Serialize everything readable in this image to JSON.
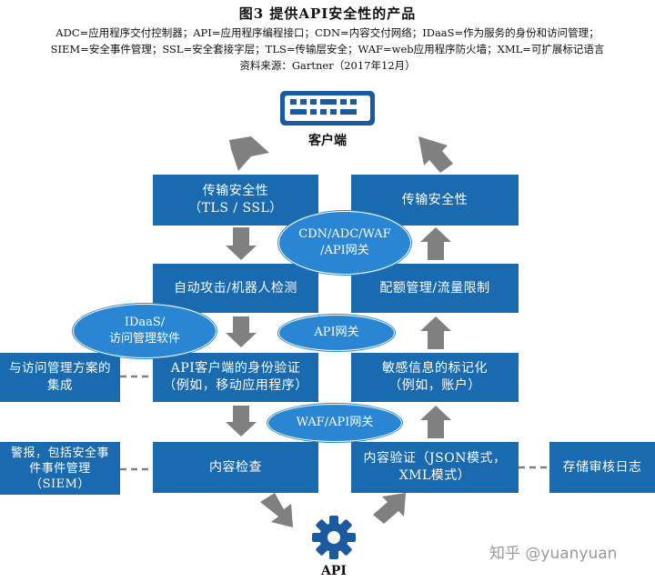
{
  "header": {
    "title": "图3   提供API安全性的产品",
    "line1": "ADC=应用程序交付控制器；API=应用程序编程接口；CDN=内容交付网络；IDaaS=作为服务的身份和访问管理；",
    "line2": "SIEM=安全事件管理；SSL=安全套接字层；TLS=传输层安全；WAF=web应用程序防火墙；XML=可扩展标记语言",
    "source": "资料来源：Gartner（2017年12月）"
  },
  "nodes": {
    "client": "客户端",
    "api": "API",
    "left": {
      "transport": "传输安全性\n（TLS / SSL）",
      "bot": "自动攻击/机器人检测",
      "auth": "API客户端的身份验证\n（例如，移动应用程序）",
      "content_inspect": "内容检查"
    },
    "right": {
      "transport": "传输安全性",
      "quota": "配额管理/流量限制",
      "token": "敏感信息的标记化\n（例如，账户）",
      "content_validate": "内容验证（JSON模式，\nXML模式）"
    },
    "side": {
      "access_mgmt": "与访问管理方案的\n集成",
      "siem": "警报，包括安全事\n件事件管理\n（SIEM）",
      "audit": "存储审核日志"
    }
  },
  "ellipses": {
    "cdn": "CDN/ADC/WAF\n/API网关",
    "idaas": "IDaaS/\n访问管理软件",
    "apigw": "API网关",
    "waf": "WAF/API网关"
  },
  "watermark": "知乎 @yuanyuan",
  "colors": {
    "box": "#1a6ab0",
    "ellipse": "#2a86d2",
    "arrow": "#808080"
  }
}
